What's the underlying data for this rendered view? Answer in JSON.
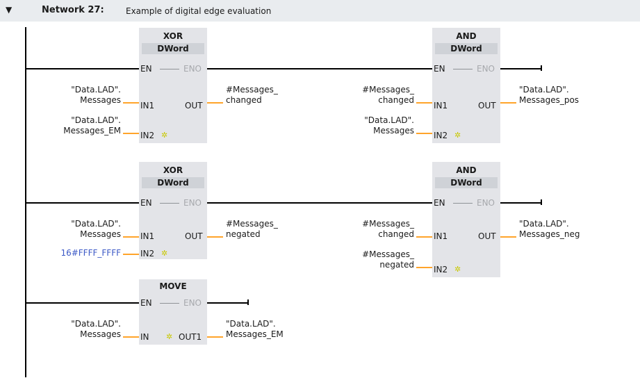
{
  "network": {
    "collapse_icon": "▼",
    "title": "Network 27:",
    "comment": "Example of digital edge evaluation"
  },
  "blocks": {
    "xor1": {
      "name": "XOR",
      "type": "DWord",
      "en": "EN",
      "eno": "ENO",
      "in1": "IN1",
      "in2": "IN2",
      "out": "OUT"
    },
    "and1": {
      "name": "AND",
      "type": "DWord",
      "en": "EN",
      "eno": "ENO",
      "in1": "IN1",
      "in2": "IN2",
      "out": "OUT"
    },
    "xor2": {
      "name": "XOR",
      "type": "DWord",
      "en": "EN",
      "eno": "ENO",
      "in1": "IN1",
      "in2": "IN2",
      "out": "OUT"
    },
    "and2": {
      "name": "AND",
      "type": "DWord",
      "en": "EN",
      "eno": "ENO",
      "in1": "IN1",
      "in2": "IN2",
      "out": "OUT"
    },
    "move": {
      "name": "MOVE",
      "en": "EN",
      "eno": "ENO",
      "in": "IN",
      "out1": "OUT1"
    }
  },
  "operands": {
    "xor1_in1": [
      "\"Data.LAD\".",
      "Messages"
    ],
    "xor1_in2": [
      "\"Data.LAD\".",
      "Messages_EM"
    ],
    "xor1_out": [
      "#Messages_",
      "changed"
    ],
    "and1_in1": [
      "#Messages_",
      "changed"
    ],
    "and1_in2": [
      "\"Data.LAD\".",
      "Messages"
    ],
    "and1_out": [
      "\"Data.LAD\".",
      "Messages_pos"
    ],
    "xor2_in1": [
      "\"Data.LAD\".",
      "Messages"
    ],
    "xor2_in2": "16#FFFF_FFFF",
    "xor2_out": [
      "#Messages_",
      "negated"
    ],
    "and2_in1": [
      "#Messages_",
      "changed"
    ],
    "and2_in2": [
      "#Messages_",
      "negated"
    ],
    "and2_out": [
      "\"Data.LAD\".",
      "Messages_neg"
    ],
    "move_in": [
      "\"Data.LAD\".",
      "Messages"
    ],
    "move_out1": [
      "\"Data.LAD\".",
      "Messages_EM"
    ]
  },
  "icons": {
    "add_input": "✲"
  },
  "colors": {
    "operand_wire": "#ffa42a",
    "constant": "#3b58c6",
    "header_bg": "#e9ecef",
    "block_bg": "#e3e4e8"
  }
}
